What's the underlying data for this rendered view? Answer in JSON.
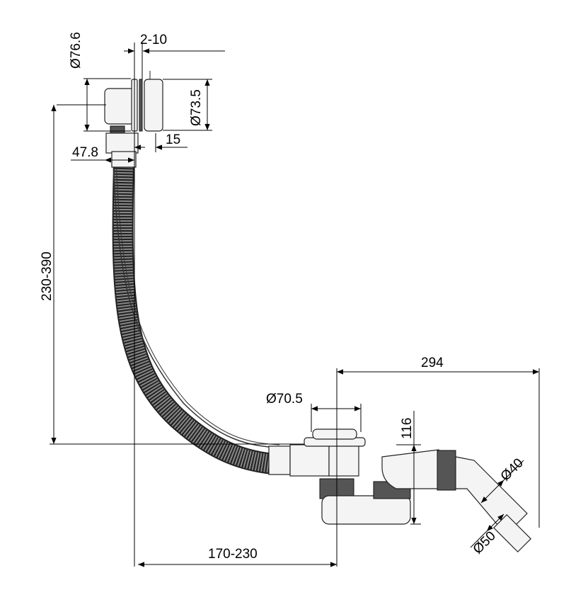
{
  "title": "Bath drain overflow set dimension drawing",
  "dimensions": {
    "overflow_diameter": "Ø76.6",
    "wall_thickness": "2-10",
    "cap_diameter": "Ø73.5",
    "cap_depth": "15",
    "overflow_depth": "47.8",
    "height_range": "230-390",
    "total_length": "294",
    "drain_diameter": "Ø70.5",
    "trap_height": "116",
    "outlet_inner_diameter": "Ø40",
    "outlet_outer_diameter": "Ø50",
    "horizontal_range": "170-230"
  }
}
